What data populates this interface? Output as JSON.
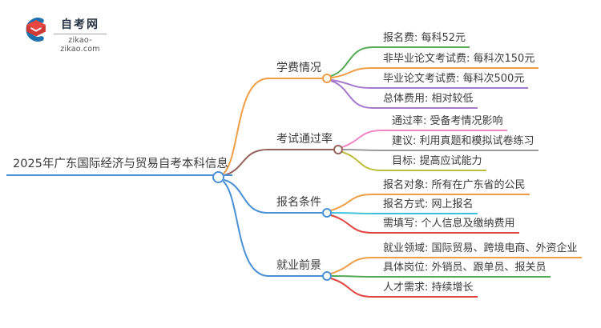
{
  "logo": {
    "site_name": "自考网",
    "site_url": "zikao-zikao.com",
    "icon": "graduation-cap-with-blue-crescent",
    "icon_colors": {
      "crescent_blue": "#1e71ac",
      "cap_red_top": "#e8453f",
      "cap_red_front": "#cf3a35"
    }
  },
  "mindmap": {
    "root": {
      "label": "2025年广东国际经济与贸易自考本科信息",
      "color": "#4a90d6",
      "text_color": "#3a3a3a"
    },
    "branches": [
      {
        "label": "学费情况",
        "color": "#f09e45",
        "children": [
          {
            "label": "报名费: 每科52元",
            "color": "#55a954"
          },
          {
            "label": "非毕业论文考试费: 每科次150元",
            "color": "#f09e45"
          },
          {
            "label": "毕业论文考试费: 每科次500元",
            "color": "#a678cb"
          },
          {
            "label": "总体费用: 相对较低",
            "color": "#a678cb"
          }
        ]
      },
      {
        "label": "考试通过率",
        "color": "#96635c",
        "children": [
          {
            "label": "通过率: 受备考情况影响",
            "color": "#ef85c5"
          },
          {
            "label": "建议: 利用真题和模拟试卷练习",
            "color": "#9a9a9a"
          },
          {
            "label": "目标: 提高应试能力",
            "color": "#bcbd3a"
          }
        ]
      },
      {
        "label": "报名条件",
        "color": "#4a90d6",
        "children": [
          {
            "label": "报名对象: 所有在广东省的公民",
            "color": "#f09e45"
          },
          {
            "label": "报名方式: 网上报名",
            "color": "#3fc3da"
          },
          {
            "label": "需填写: 个人信息及缴纳费用",
            "color": "#e0453f"
          }
        ]
      },
      {
        "label": "就业前景",
        "color": "#4a90d6",
        "children": [
          {
            "label": "就业领域: 国际贸易、跨境电商、外资企业",
            "color": "#f09e45"
          },
          {
            "label": "具体岗位: 外销员、跟单员、报关员",
            "color": "#55a954"
          },
          {
            "label": "人才需求: 持续增长",
            "color": "#e0453f"
          }
        ]
      }
    ]
  }
}
